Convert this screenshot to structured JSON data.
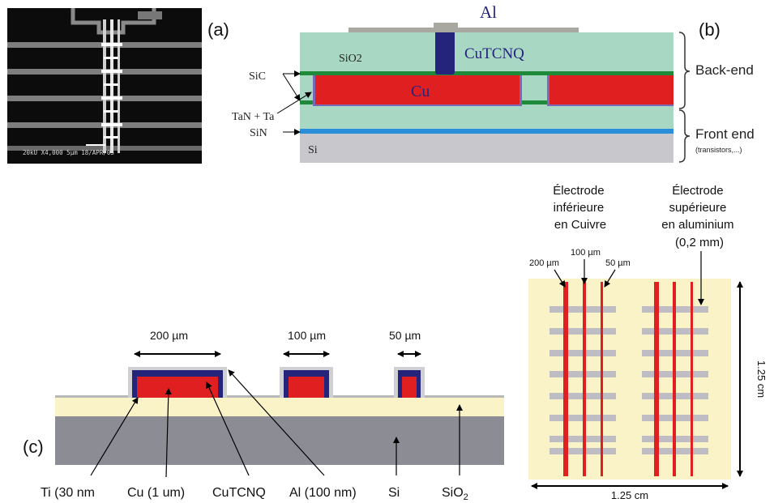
{
  "panel_labels": {
    "a": "(a)",
    "b": "(b)",
    "c": "(c)"
  },
  "sem": {
    "scalebar_text": "20kU   X4,000   5µm         18/APR/05"
  },
  "panel_b": {
    "al": "Al",
    "sio2": "SiO2",
    "cutcnq": "CuTCNQ",
    "cu": "Cu",
    "sic": "SiC",
    "tan_ta": "TaN + Ta",
    "sin": "SiN",
    "si": "Si",
    "back_end": "Back-end",
    "front_end": "Front end",
    "front_end_note": "(transistors,...)"
  },
  "panel_c": {
    "width_200": "200 µm",
    "width_100": "100 µm",
    "width_50": "50 µm",
    "labels": {
      "ti": "Ti (30 nm",
      "cu": "Cu (1 um)",
      "cutcnq": "CuTCNQ",
      "al": "Al (100 nm)",
      "si": "Si",
      "sio2_base": "SiO",
      "sio2_sub": "2"
    }
  },
  "layout_panel": {
    "bottom_electrode": [
      "Électrode",
      "inférieure",
      "en Cuivre"
    ],
    "top_electrode": [
      "Électrode",
      "supérieure",
      "en aluminium",
      "(0,2 mm)"
    ],
    "w200": "200 µm",
    "w100": "100 µm",
    "w50": "50 µm",
    "side_v": "1.25 cm",
    "side_h": "1.25 cm"
  },
  "colors": {
    "sio2_green": "#a8d8c4",
    "cu_red": "#e02020",
    "cutcnq_navy": "#24247a",
    "al_gray": "#a8a8a0",
    "sic_green": "#1e8a3a",
    "sin_blue": "#2a8fd8",
    "si_gray": "#c8c8cc",
    "cream": "#fbf3c8",
    "substrate_gray": "#8c8c94"
  }
}
